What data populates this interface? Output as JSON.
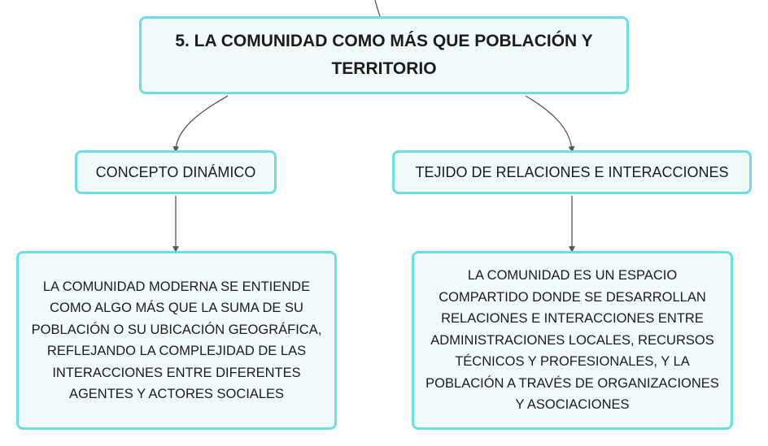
{
  "diagram": {
    "main_topic": "5. LA COMUNIDAD COMO MÁS QUE POBLACIÓN Y TERRITORIO",
    "branches": [
      {
        "label": "CONCEPTO DINÁMICO",
        "detail": "LA COMUNIDAD MODERNA SE ENTIENDE COMO ALGO MÁS QUE LA SUMA DE SU POBLACIÓN O SU UBICACIÓN GEOGRÁFICA, REFLEJANDO LA COMPLEJIDAD DE LAS INTERACCIONES ENTRE DIFERENTES AGENTES Y ACTORES SOCIALES"
      },
      {
        "label": "TEJIDO DE RELACIONES E INTERACCIONES",
        "detail": "LA COMUNIDAD ES UN ESPACIO COMPARTIDO DONDE SE DESARROLLAN RELACIONES E INTERACCIONES ENTRE ADMINISTRACIONES LOCALES, RECURSOS TÉCNICOS Y PROFESIONALES, Y LA POBLACIÓN A TRAVÉS DE ORGANIZACIONES Y ASOCIACIONES"
      }
    ]
  },
  "colors": {
    "node_border": "#6cdde3",
    "node_fill": "#f2fbfc",
    "connector": "#555555"
  }
}
